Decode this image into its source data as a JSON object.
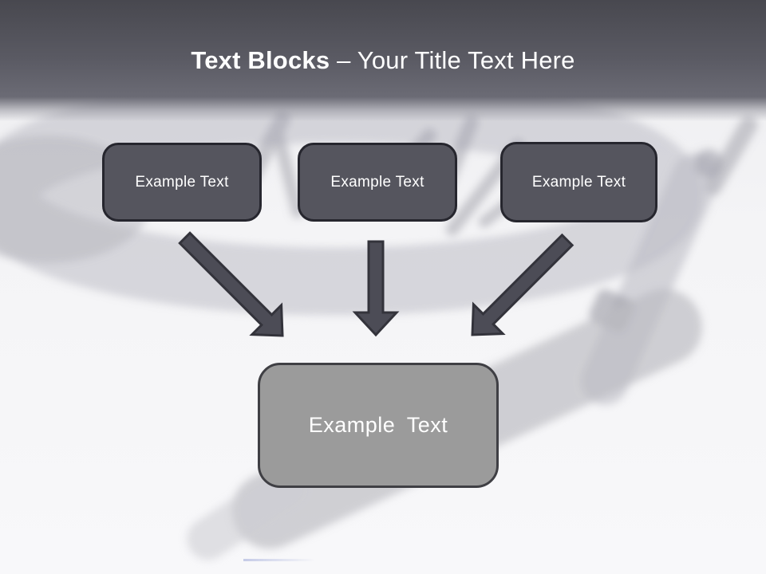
{
  "slide": {
    "title": {
      "emphasis": "Text Blocks",
      "separator": " – ",
      "rest": "Your Title Text Here"
    }
  },
  "blocks": [
    {
      "label": "Example Text"
    },
    {
      "label": "Example Text"
    },
    {
      "label": "Example Text"
    }
  ],
  "center_block": {
    "label": "Example Text"
  },
  "icons": {
    "arrows": [
      "arrow-down-right",
      "arrow-down",
      "arrow-down-left"
    ]
  },
  "colors": {
    "header_top": "#48484f",
    "header_mid": "#5a5a63",
    "header_bottom": "#6b6b75",
    "title_color": "#ffffff",
    "block_fill": "#55555e",
    "block_border": "#26262e",
    "block_text": "#ffffff",
    "center_fill": "#9b9b9b",
    "center_border": "#3f3f44",
    "arrow_fill": "#4c4c56",
    "arrow_stroke": "#33333b",
    "accent_line": "#aab3dd"
  }
}
